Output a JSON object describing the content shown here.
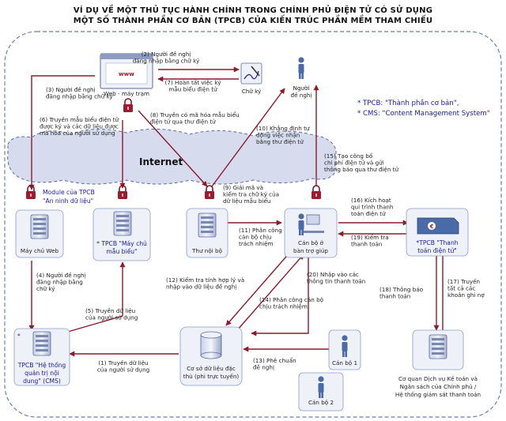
{
  "title": {
    "line1": "VÍ DỤ VỀ MỘT THỦ TỤC HÀNH CHÍNH TRONG CHÍNH PHỦ ĐIỆN TỬ CÓ SỬ DỤNG",
    "line2": "MỘT SỐ THÀNH PHẦN CƠ BẢN (TPCB) CỦA KIẾN TRÚC PHẦN MỀM THAM CHIẾU"
  },
  "colors": {
    "arrow": "#8b1a2c",
    "legend": "#1a1aa0",
    "cloud": "#d6dcee",
    "cloud_border": "#5a6aa0",
    "frame": "#6b7fa8"
  },
  "legend": {
    "tpcb": "* TPCB: \"Thành phần cơ bản\",",
    "cms": "* CMS: \"Content Management System\""
  },
  "internet_label": "Internet",
  "nodes": {
    "web_browser": {
      "label": "Web - máy trạm",
      "screen_text": "www",
      "icon": "browser-window-icon"
    },
    "signature": {
      "label": "Chữ ký",
      "icon": "pen-signature-icon"
    },
    "applicant": {
      "label_line1": "Người",
      "label_line2": "đề nghị",
      "icon": "person-icon"
    },
    "web_server": {
      "label": "Máy chủ Web",
      "icon": "server-icon"
    },
    "form_server": {
      "line1": "* TPCB \"Máy chủ",
      "line2": "mẫu biểu\"",
      "icon": "server-icon"
    },
    "internal_mail": {
      "label": "Thư nội bộ",
      "icon": "server-icon"
    },
    "help_desk": {
      "line1": "Cán bộ ở",
      "line2": "bàn trợ giúp",
      "icon": "desk-clerk-icon"
    },
    "e_payment": {
      "line1": "*TPCB \"Thanh",
      "line2": "toán điện tử\"",
      "symbol": "€",
      "icon": "payment-device-icon"
    },
    "cms": {
      "line1": "TPCB \"Hệ thống",
      "line2": "quản trị nội",
      "line3": "dung\" (CMS)",
      "icon": "server-icon"
    },
    "database": {
      "line1": "Cơ sở dữ liệu đặc",
      "line2": "thù (phi trực tuyến)",
      "icon": "database-icon"
    },
    "officer1": {
      "label": "Cán bộ 1",
      "icon": "person-icon"
    },
    "officer2": {
      "label": "Cán bộ 2",
      "icon": "person-icon"
    },
    "treasury": {
      "line1": "Cơ quan Dịch vụ Kế toán và",
      "line2": "Ngân sách của Chính phủ /",
      "line3": "Hệ thống giám sát thanh toán",
      "icon": "server-icon"
    },
    "security_module": {
      "line1": "Module của TPCB",
      "line2": "\"An ninh dữ liệu\"",
      "icon": "padlock-icon"
    }
  },
  "steps": {
    "s1": [
      "(1) Truyền dữ liệu",
      "của người sử dụng"
    ],
    "s2": [
      "(2) Người đề nghị",
      "đăng nhập bằng chữ ký"
    ],
    "s3": [
      "(3) Người đề nghị",
      "đăng nhập bằng chữ ký"
    ],
    "s4": [
      "(4) Người đề nghị",
      "đăng nhập bằng",
      "chữ ký"
    ],
    "s5": [
      "(5) Truyền dữ liệu",
      "của người sử dụng"
    ],
    "s6": [
      "(6) Truyền mẫu biểu điện tử",
      "được ký và các dữ liệu được",
      "mã hóa của người sử dụng"
    ],
    "s7": [
      "(7) Hoàn tất việc ký",
      "mẫu biểu điện tử"
    ],
    "s8": [
      "(8) Truyền có mã hóa mẫu biểu",
      "điện tử qua thư điện tử"
    ],
    "s9": [
      "(9) Giải mã và",
      "kiểm tra chữ ký của",
      "dữ liệu mẫu biểu"
    ],
    "s10": [
      "(10) Khẳng định tự",
      "động việc nhận",
      "bằng thư điện tử"
    ],
    "s11": [
      "(11) Phân công",
      "cán bộ chịu",
      "trách nhiệm"
    ],
    "s12": [
      "(12) Kiểm tra tính hợp lý và",
      "nhập vào dữ liệu đề nghị"
    ],
    "s13": [
      "(13) Phê chuẩn",
      "đề nghị"
    ],
    "s14": [
      "(14) Phân công cán bộ",
      "chịu trách nhiệm"
    ],
    "s15": [
      "(15) Tạo công bố",
      "chi phí điện tử và gửi",
      "thông báo qua thư điện tử"
    ],
    "s16": [
      "(16) Kích hoạt",
      "qui trình thanh",
      "toán điện tử"
    ],
    "s17": [
      "(17) Truyền",
      "tất cả các",
      "khoản ghi nợ"
    ],
    "s18": [
      "(18) Thông báo",
      "thanh toán"
    ],
    "s19": [
      "(19) Kiểm tra",
      "thanh toán"
    ],
    "s20": [
      "(20) Nhập vào các",
      "thông tin thanh toán"
    ]
  }
}
